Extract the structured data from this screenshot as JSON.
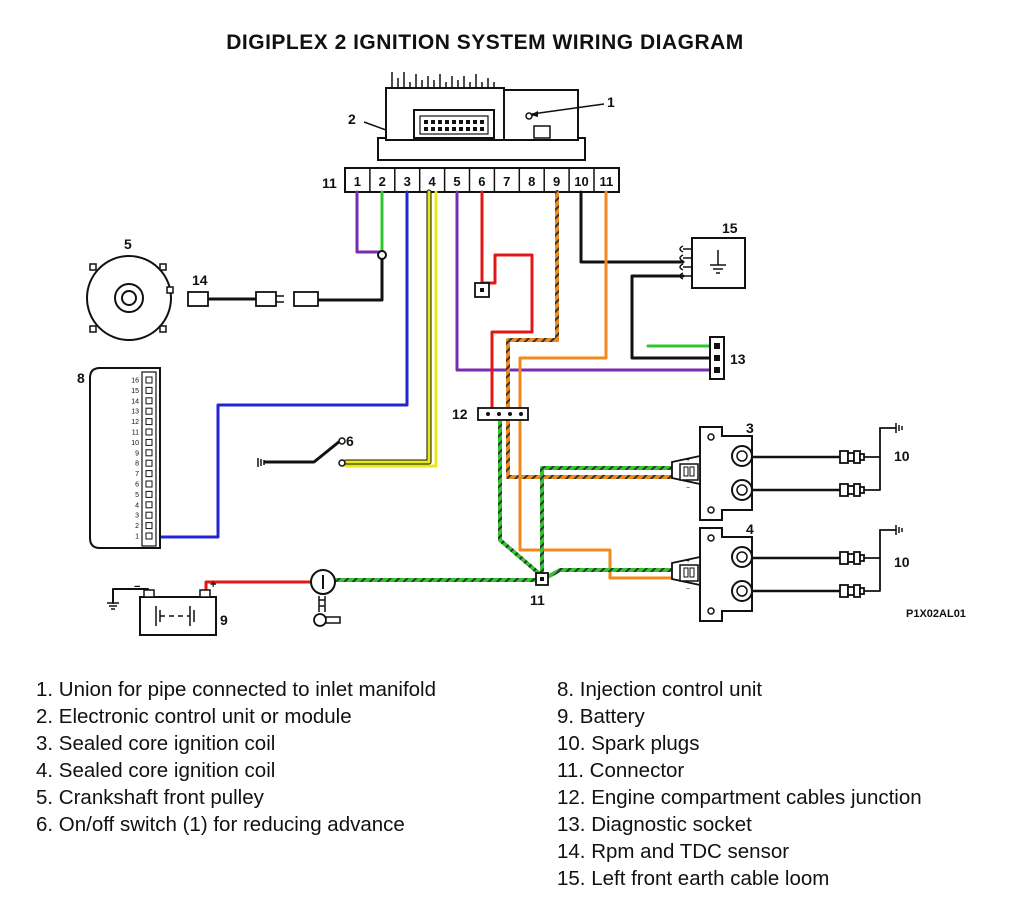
{
  "title": "DIGIPLEX 2 IGNITION SYSTEM WIRING DIAGRAM",
  "reference_code": "P1X02AL01",
  "connector_label": "11",
  "connector_pins": [
    "1",
    "2",
    "3",
    "4",
    "5",
    "6",
    "7",
    "8",
    "9",
    "10",
    "11"
  ],
  "ecu_pins": [
    "16",
    "15",
    "14",
    "13",
    "12",
    "11",
    "10",
    "9",
    "8",
    "7",
    "6",
    "5",
    "4",
    "3",
    "2",
    "1"
  ],
  "callouts": {
    "c1": "1",
    "c2": "2",
    "c3": "3",
    "c4": "4",
    "c5": "5",
    "c6": "6",
    "c8": "8",
    "c9": "9",
    "c10a": "10",
    "c10b": "10",
    "c11": "11",
    "c12": "12",
    "c13": "13",
    "c14": "14",
    "c15": "15"
  },
  "wire_colors": {
    "purple": "#7a2cb0",
    "green": "#2ec82e",
    "blue": "#2424d0",
    "yellow": "#e8e81a",
    "red": "#e01818",
    "orange": "#f08a1a",
    "black": "#111111",
    "striped": "#9a6a2a"
  },
  "legend_left": [
    "1. Union for pipe connected to inlet manifold",
    "2. Electronic control unit or module",
    "3. Sealed core ignition coil",
    "4. Sealed core ignition coil",
    "5. Crankshaft front pulley",
    "6. On/off switch (1) for reducing advance"
  ],
  "legend_right": [
    "8. Injection control unit",
    "9. Battery",
    "10. Spark plugs",
    "11. Connector",
    "12. Engine compartment cables junction",
    "13. Diagnostic socket",
    "14. Rpm and TDC sensor",
    "15. Left front earth cable loom"
  ]
}
